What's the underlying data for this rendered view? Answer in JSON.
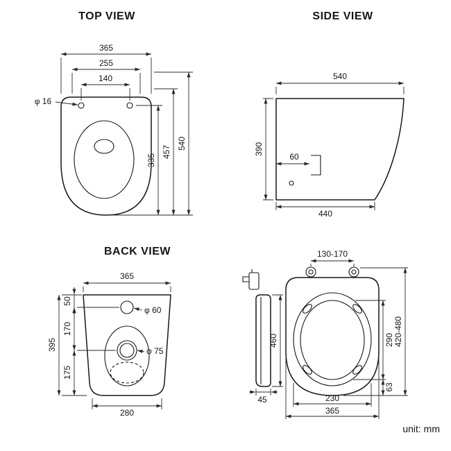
{
  "meta": {
    "unit_label": "unit: mm"
  },
  "top_view": {
    "title": "TOP VIEW",
    "dims": {
      "overall_width": "365",
      "inner_width": "255",
      "hole_spacing": "140",
      "hole_diameter": "φ 16",
      "bowl_depth": "335",
      "body_depth": "457",
      "overall_depth": "540"
    }
  },
  "side_view": {
    "title": "SIDE VIEW",
    "dims": {
      "overall_depth": "540",
      "height": "390",
      "inlet_offset": "60",
      "base_depth": "440"
    }
  },
  "back_view": {
    "title": "BACK VIEW",
    "dims": {
      "overall_width": "365",
      "top_to_inlet": "50",
      "inlet_to_outlet": "170",
      "overall_height": "395",
      "outlet_to_base": "175",
      "inlet_diameter": "φ 60",
      "outlet_diameter": "φ 75",
      "base_width": "280"
    }
  },
  "seat_view": {
    "dims": {
      "bolt_spacing": "130-170",
      "lid_length": "460",
      "lid_thickness": "45",
      "opening_length": "290",
      "fit_length_range": "420-480",
      "rear_offset": "63",
      "opening_width": "230",
      "overall_width": "365"
    }
  }
}
